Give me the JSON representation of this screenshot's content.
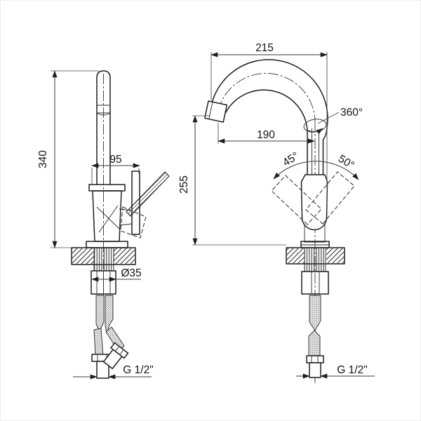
{
  "drawing": {
    "type": "faucet technical drawing, two orthographic views",
    "background": "#ffffff",
    "line_color": "#1f1f1f",
    "side_view": {
      "name": "side view (left)",
      "overall_height_mm": "340",
      "body_depth_mm": "95",
      "shank_diameter": "Ø35",
      "thread": "G 1/2\""
    },
    "front_view": {
      "name": "front view (right)",
      "spout_span_mm": "215",
      "spout_reach_mm": "190",
      "spout_height_mm": "255",
      "spout_swivel": "360°",
      "handle_tilt_left": "45°",
      "handle_tilt_right": "50°",
      "thread": "G 1/2\""
    }
  }
}
